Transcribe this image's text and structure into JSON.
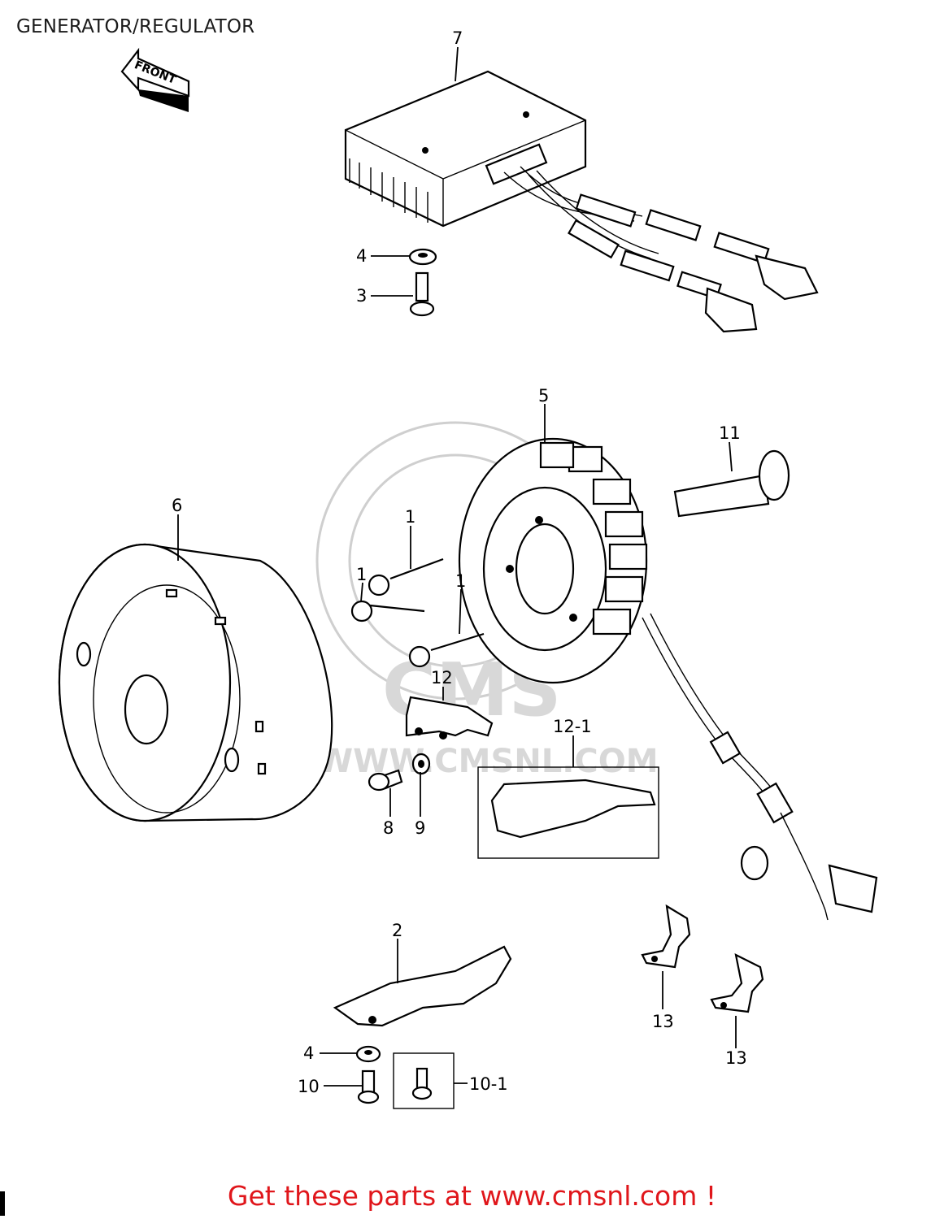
{
  "title": "GENERATOR/REGULATOR",
  "front_label": "FRONT",
  "callouts": {
    "c1a": "1",
    "c1b": "1",
    "c1c": "1",
    "c2": "2",
    "c3": "3",
    "c4a": "4",
    "c4b": "4",
    "c5": "5",
    "c6": "6",
    "c7": "7",
    "c8": "8",
    "c9": "9",
    "c10": "10",
    "c10_1": "10-1",
    "c11": "11",
    "c12": "12",
    "c12_1": "12-1",
    "c13a": "13",
    "c13b": "13"
  },
  "watermark": {
    "brand": "CMS",
    "url": "WWW.CMSNL.COM"
  },
  "footer": "Get these parts at www.cmsnl.com !",
  "colors": {
    "footer": "#e0161b",
    "line": "#000000",
    "watermark": "#cfcfcf"
  }
}
